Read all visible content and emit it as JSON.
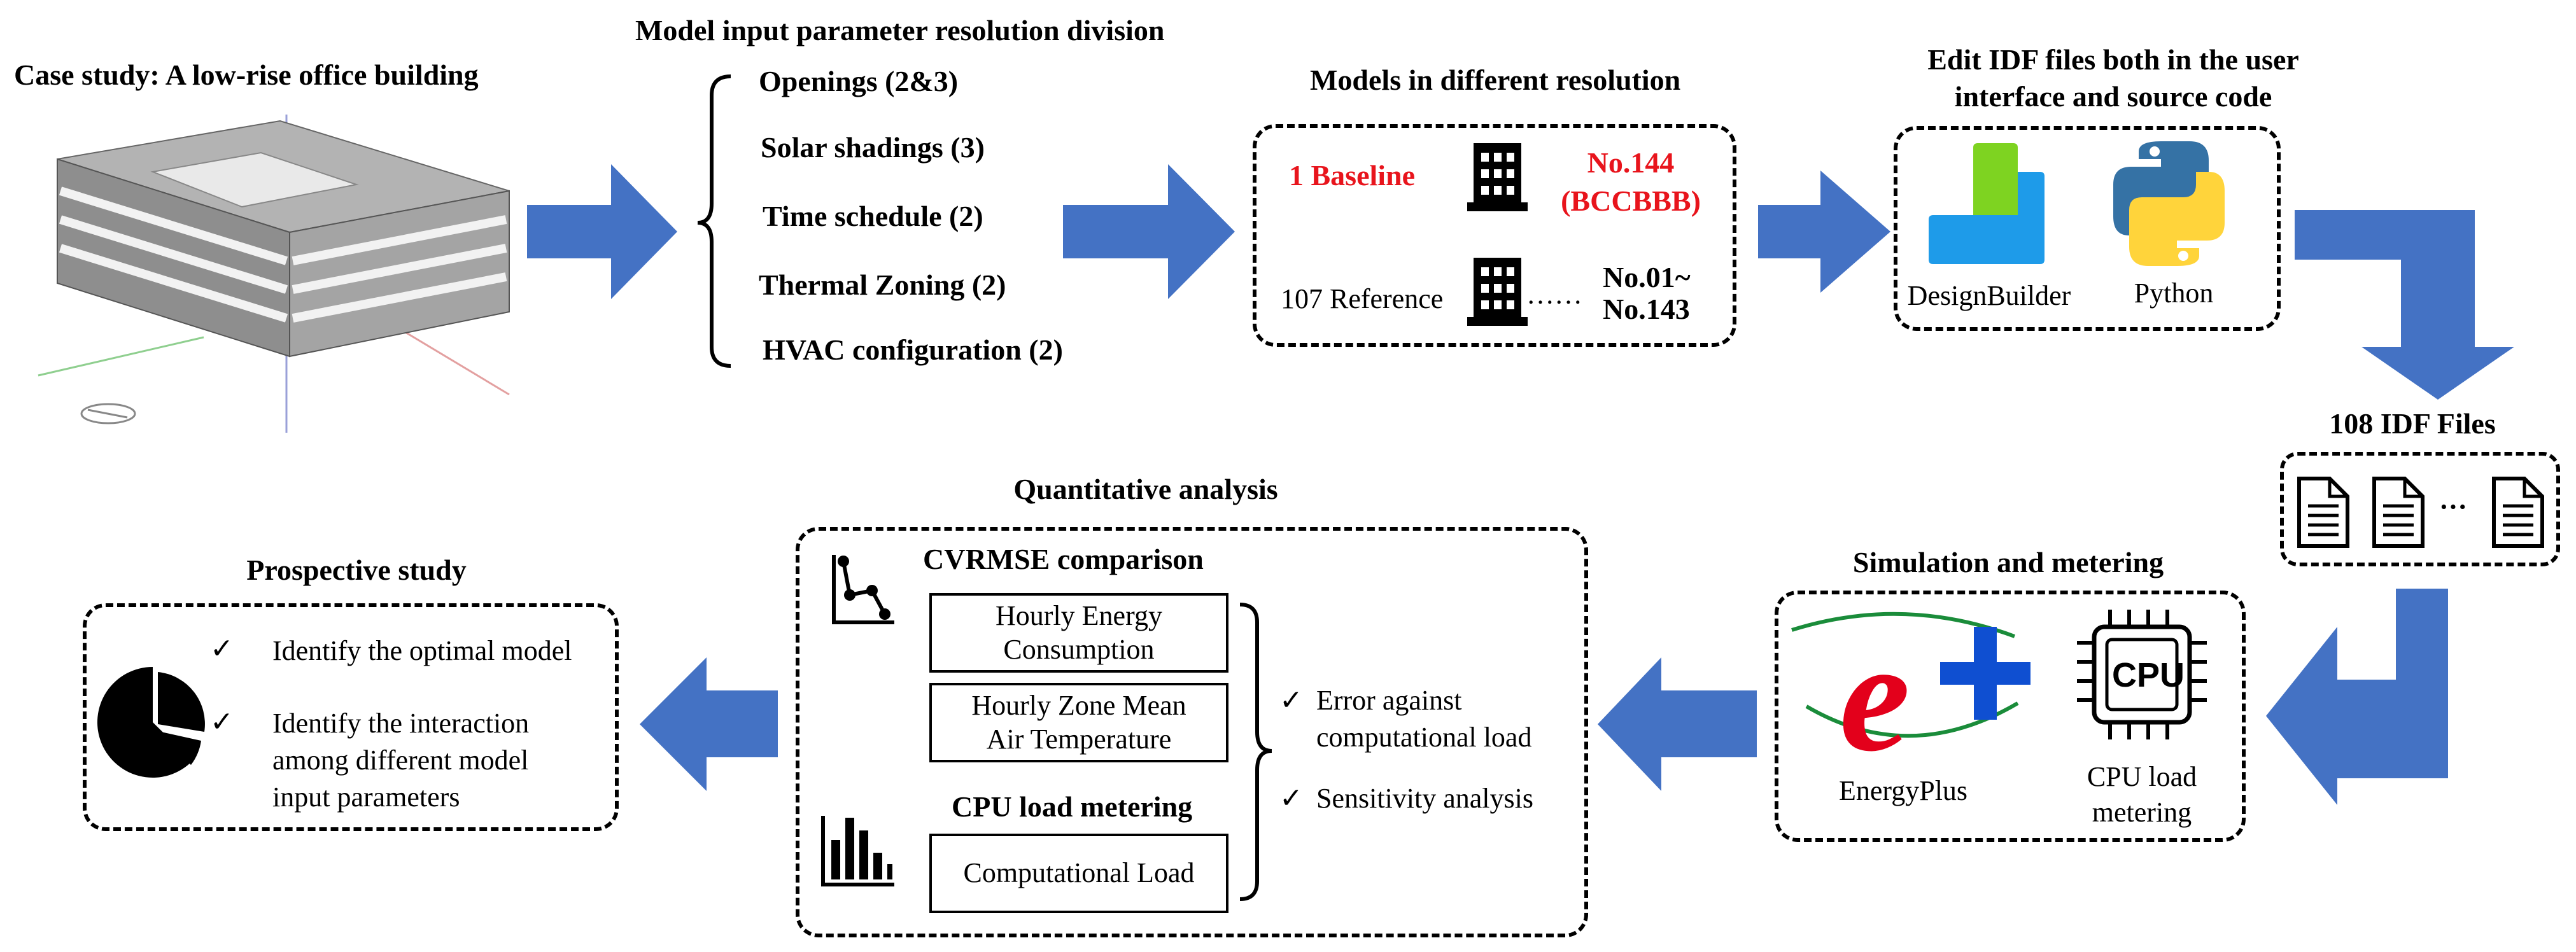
{
  "case_study": {
    "title": "Case study: A low-rise office building"
  },
  "resolution": {
    "title": "Model input parameter resolution division",
    "items": [
      "Openings (2&3)",
      "Solar shadings (3)",
      "Time schedule (2)",
      "Thermal Zoning (2)",
      "HVAC configuration (2)"
    ]
  },
  "models": {
    "title": "Models in different resolution",
    "baseline_label": "1 Baseline",
    "baseline_no": "No.144",
    "baseline_code": "(BCCBBB)",
    "reference_label": "107 Reference",
    "dots": "……",
    "reference_range_1": "No.01~",
    "reference_range_2": "No.143"
  },
  "edit": {
    "title_1": "Edit IDF files both in the user",
    "title_2": "interface and source code",
    "tool_1": "DesignBuilder",
    "tool_2": "Python"
  },
  "idf": {
    "title": "108 IDF Files",
    "dots": "···"
  },
  "simulation": {
    "title": "Simulation and metering",
    "tool_1": "EnergyPlus",
    "tool_2_line1": "CPU load",
    "tool_2_line2": "metering",
    "cpu_chip_text": "CPU"
  },
  "quantitative": {
    "title": "Quantitative analysis",
    "cvrmse_title": "CVRMSE comparison",
    "metric_1a": "Hourly Energy",
    "metric_1b": "Consumption",
    "metric_2a": "Hourly Zone Mean",
    "metric_2b": "Air Temperature",
    "cpu_title": "CPU load metering",
    "metric_3": "Computational Load",
    "result_1a": "Error against",
    "result_1b": "computational load",
    "result_2": "Sensitivity analysis",
    "check": "✓"
  },
  "prospective": {
    "title": "Prospective study",
    "item_1": "Identify the optimal model",
    "item_2a": "Identify the interaction",
    "item_2b": "among different model",
    "item_2c": "input parameters",
    "check": "✓"
  },
  "colors": {
    "arrow": "#4472c4",
    "baseline_red": "#e8141c",
    "designbuilder_green": "#7ed321",
    "designbuilder_blue": "#1e9be9",
    "python_blue": "#3572a5",
    "python_yellow": "#ffd43b",
    "energyplus_red": "#e3001b",
    "energyplus_blue": "#0f4fd1"
  }
}
